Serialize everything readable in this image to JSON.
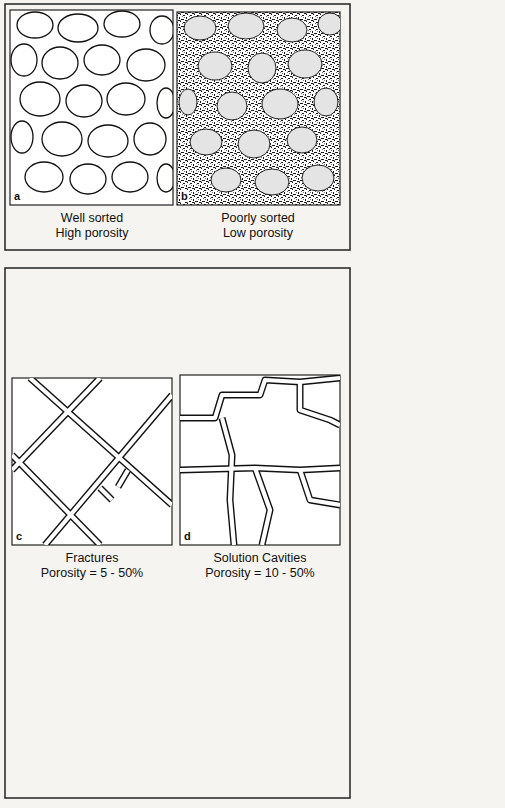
{
  "diagram": {
    "labels": [
      "a",
      "Well sorted",
      "High porosity",
      "b",
      "Poorly sorted",
      "Low porosity",
      "c",
      "Fractures",
      "Porosity = 5 - 50%",
      "d",
      "Solution Cavities",
      "Porosity = 10 - 50%"
    ]
  }
}
